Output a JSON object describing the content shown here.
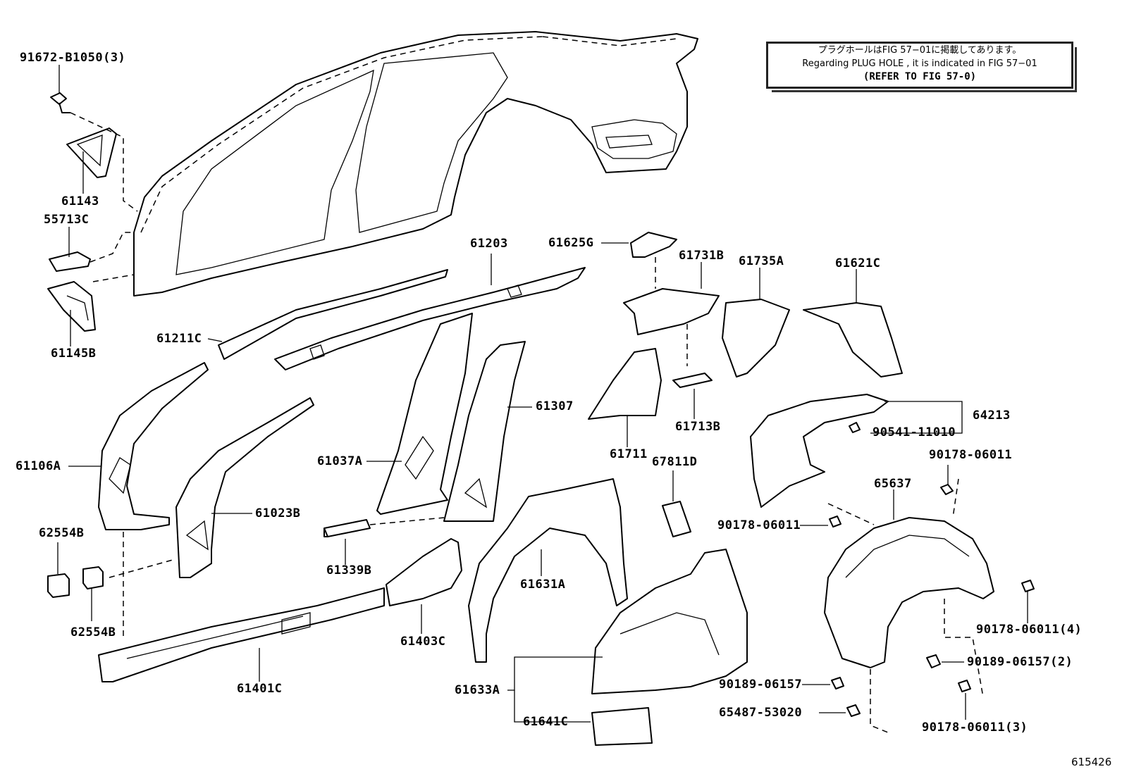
{
  "note": {
    "line_jp": "プラグホールはFIG 57−01に掲載してあります。",
    "line_en": "Regarding PLUG HOLE , it is indicated in FIG 57−01",
    "ref": "(REFER TO FIG 57-0)"
  },
  "figure_number": "615426",
  "labels": {
    "p91672": "91672-B1050(3)",
    "p61143": "61143",
    "p55713C": "55713C",
    "p61145B": "61145B",
    "p61211C": "61211C",
    "p61203": "61203",
    "p61625G": "61625G",
    "p61731B": "61731B",
    "p61735A": "61735A",
    "p61621C": "61621C",
    "p61106A": "61106A",
    "p61023B": "61023B",
    "p61037A": "61037A",
    "p61307": "61307",
    "p61711": "61711",
    "p61713B": "61713B",
    "p67811D": "67811D",
    "p64213": "64213",
    "p90541": "90541-11010",
    "p90178a": "90178-06011",
    "p65637": "65637",
    "p90178b": "90178-06011",
    "p62554B_top": "62554B",
    "p62554B_bot": "62554B",
    "p61339B": "61339B",
    "p61631A": "61631A",
    "p61403C": "61403C",
    "p61401C": "61401C",
    "p61633A": "61633A",
    "p61641C": "61641C",
    "p90178c": "90178-06011(4)",
    "p90189a": "90189-06157(2)",
    "p90189b": "90189-06157",
    "p65487": "65487-53020",
    "p90178d": "90178-06011(3)"
  }
}
